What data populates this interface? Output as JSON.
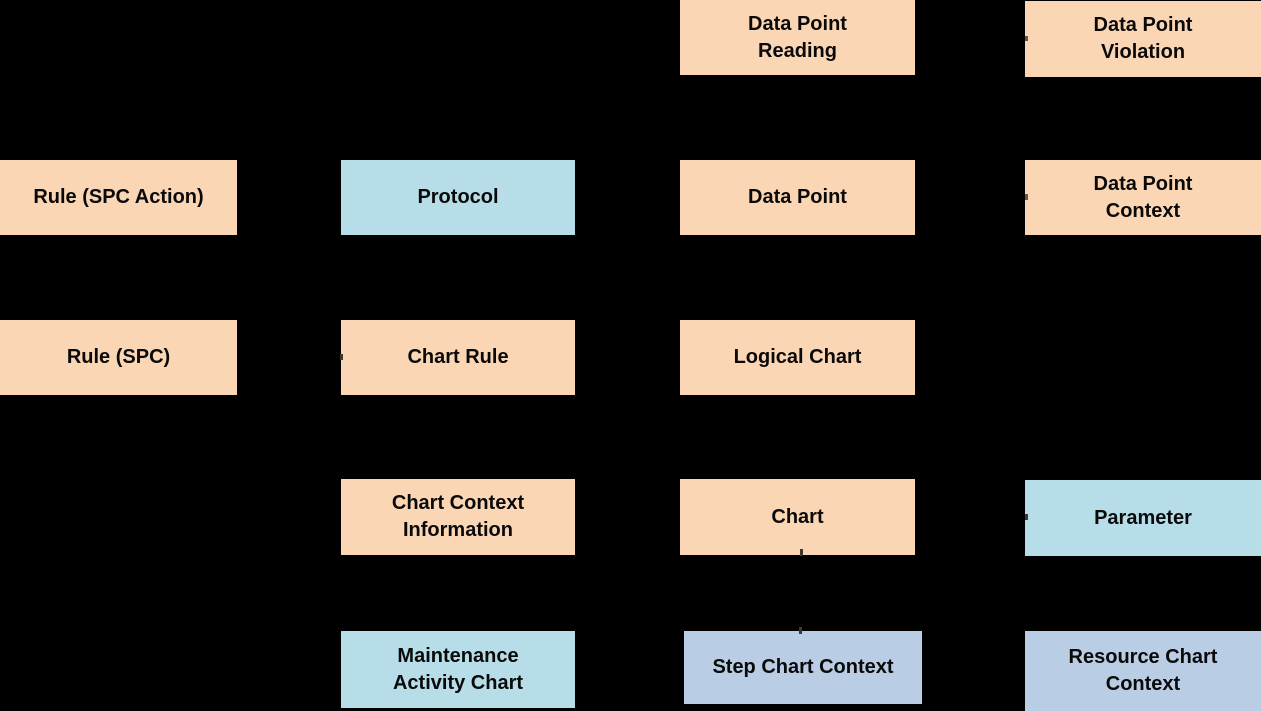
{
  "diagram": {
    "description": "Entity relationship diagram of SPC charting concepts on black background",
    "colors": {
      "background": "#000000",
      "peach": "#FBD6B5",
      "cyan": "#B7DEE8",
      "periwinkle": "#B9CDE5",
      "text": "#0A0A0A",
      "stub": "#3E3831"
    },
    "nodes": [
      {
        "id": "data-point-reading",
        "label": "Data Point\nReading",
        "color": "peach"
      },
      {
        "id": "data-point-violation",
        "label": "Data Point\nViolation",
        "color": "peach"
      },
      {
        "id": "rule-spc-action",
        "label": "Rule (SPC Action)",
        "color": "peach"
      },
      {
        "id": "protocol",
        "label": "Protocol",
        "color": "cyan"
      },
      {
        "id": "data-point",
        "label": "Data Point",
        "color": "peach"
      },
      {
        "id": "data-point-context",
        "label": "Data Point\nContext",
        "color": "peach"
      },
      {
        "id": "rule-spc",
        "label": "Rule (SPC)",
        "color": "peach"
      },
      {
        "id": "chart-rule",
        "label": "Chart Rule",
        "color": "peach"
      },
      {
        "id": "logical-chart",
        "label": "Logical Chart",
        "color": "peach"
      },
      {
        "id": "chart-context-information",
        "label": "Chart Context\nInformation",
        "color": "peach"
      },
      {
        "id": "chart",
        "label": "Chart",
        "color": "peach"
      },
      {
        "id": "parameter",
        "label": "Parameter",
        "color": "cyan"
      },
      {
        "id": "maintenance-activity-chart",
        "label": "Maintenance\nActivity Chart",
        "color": "cyan"
      },
      {
        "id": "step-chart-context",
        "label": "Step Chart Context",
        "color": "periwinkle"
      },
      {
        "id": "resource-chart-context",
        "label": "Resource Chart\nContext",
        "color": "periwinkle"
      }
    ]
  }
}
